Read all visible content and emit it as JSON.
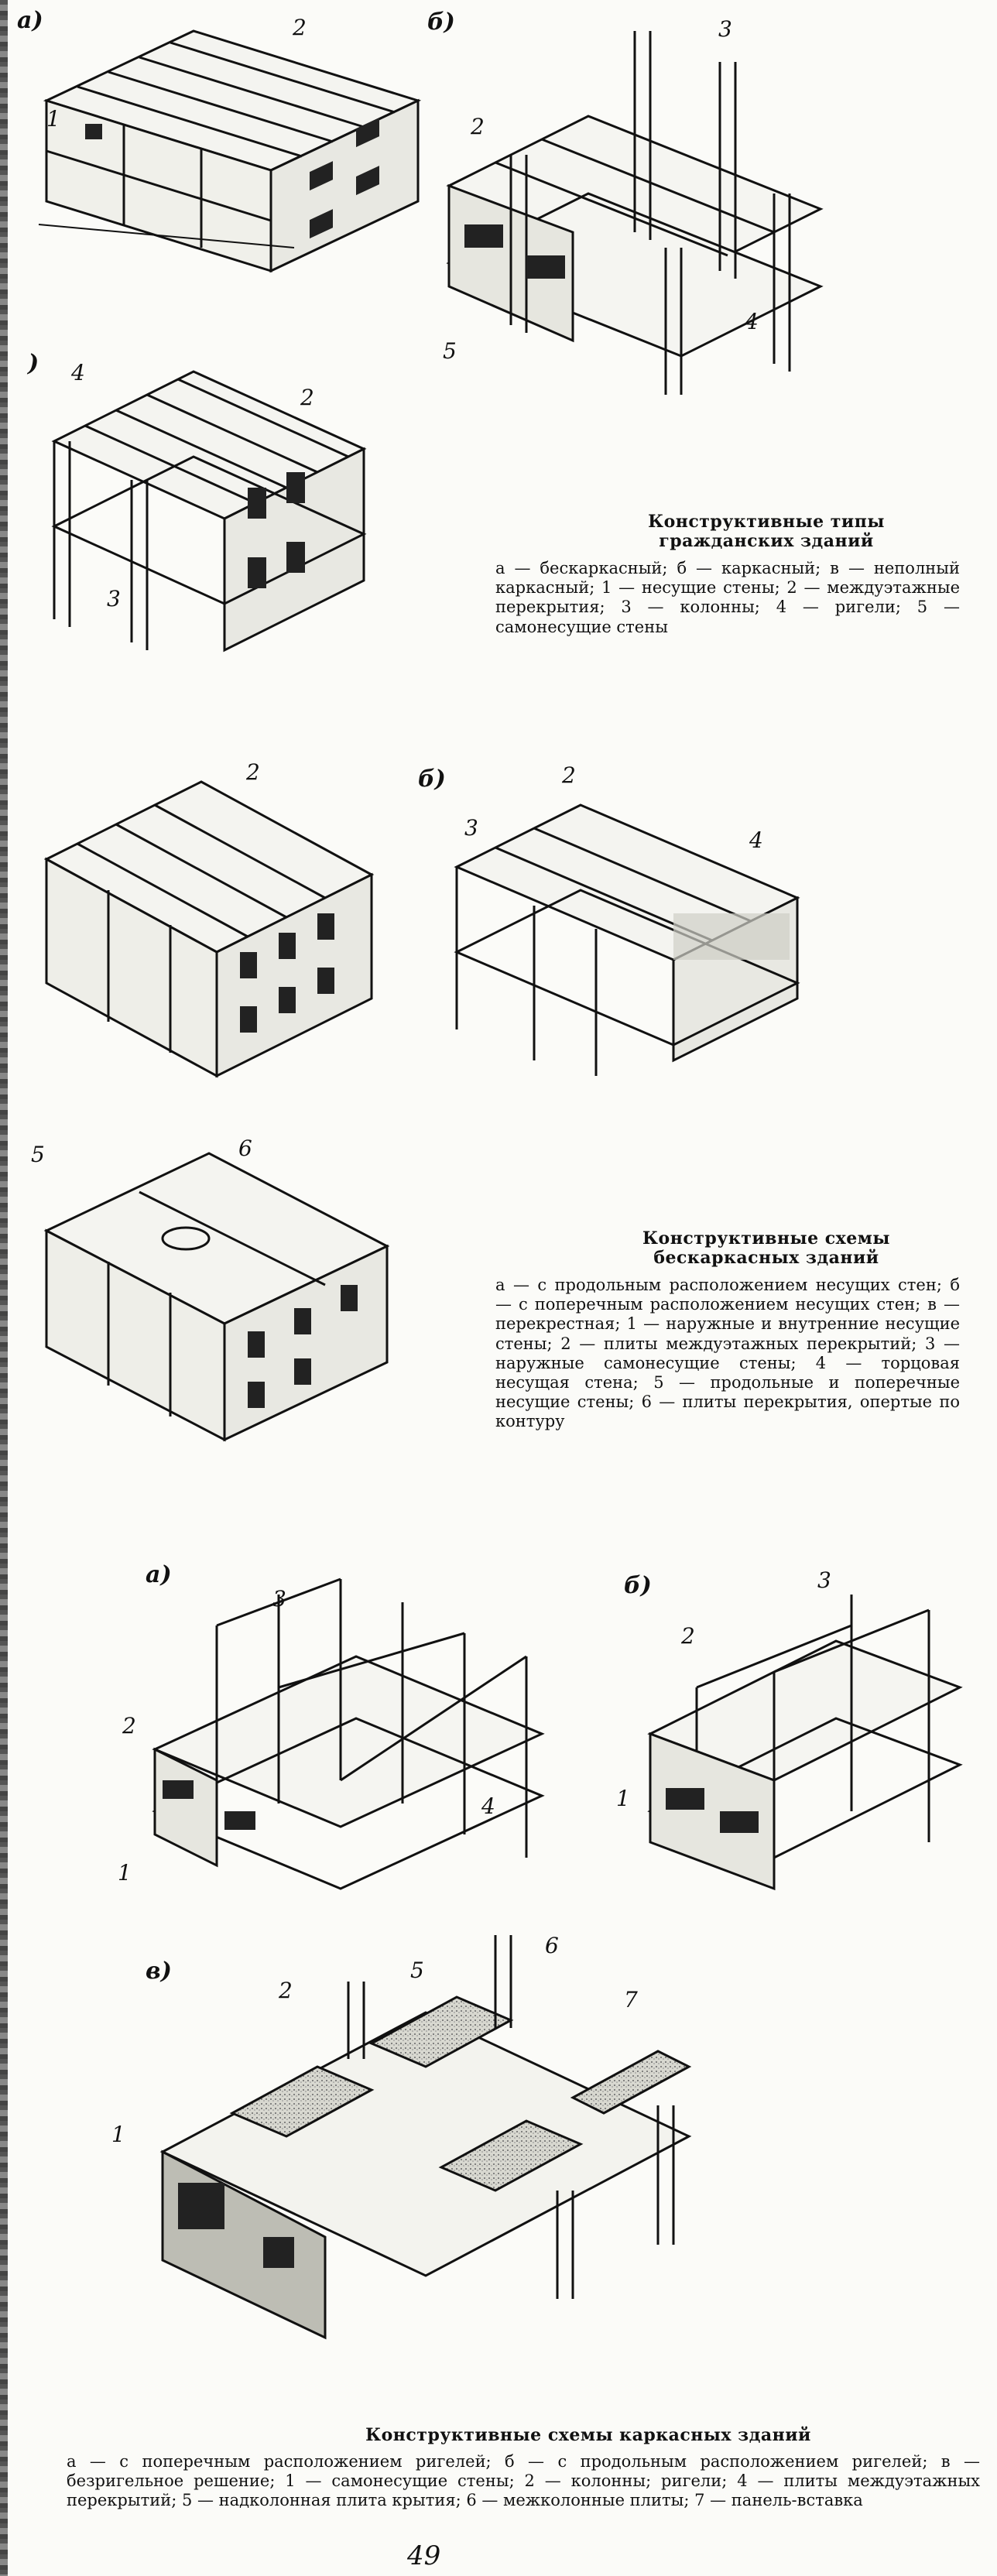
{
  "figure1": {
    "labels": {
      "a": "а)",
      "b": "б)",
      "v": ")"
    },
    "numbers": {
      "a2": "2",
      "a1": "1",
      "b3": "3",
      "b2": "2",
      "b5": "5",
      "b4": "4",
      "v4": "4",
      "v2": "2",
      "v3": "3"
    },
    "caption_title_line1": "Конструктивные типы",
    "caption_title_line2": "гражданских зданий",
    "caption_text": "а — бескаркасный; б — каркасный; в — неполный каркасный; 1 — несущие стены; 2 — междуэтажные перекрытия; 3 — колонны; 4 — ригели; 5 — самонесущие стены"
  },
  "figure2": {
    "labels": {
      "b": "б)"
    },
    "numbers": {
      "a2": "2",
      "b2": "2",
      "b3": "3",
      "b4": "4",
      "v5": "5",
      "v6": "6"
    },
    "caption_title_line1": "Конструктивные схемы",
    "caption_title_line2": "бескаркасных зданий",
    "caption_text": "а — с продольным расположением несущих стен; б — с поперечным расположением несущих стен; в — перекрестная; 1 — наружные и внутренние несущие стены; 2 — плиты междуэтажных перекрытий; 3 — наружные самонесущие стены; 4 — торцовая несущая стена; 5 — продольные и поперечные несущие стены; 6 — плиты перекрытия, опертые по контуру"
  },
  "figure3": {
    "labels": {
      "a": "а)",
      "b": "б)",
      "v": "в)"
    },
    "numbers": {
      "a3": "3",
      "a2": "2",
      "a4": "4",
      "a1": "1",
      "b3": "3",
      "b2": "2",
      "b1": "1",
      "v2": "2",
      "v5": "5",
      "v6": "6",
      "v7": "7",
      "v1": "1"
    },
    "caption_title": "Конструктивные схемы каркасных зданий",
    "caption_text": "а — с поперечным расположением ригелей; б — с продольным расположением ригелей; в — безригельное решение; 1 — самонесущие стены; 2 — колонны; ригели; 4 — плиты междуэтажных перекрытий; 5 — надколонная плита крытия; 6 — межколонные плиты; 7 — панель-вставка"
  },
  "page_number": "49"
}
